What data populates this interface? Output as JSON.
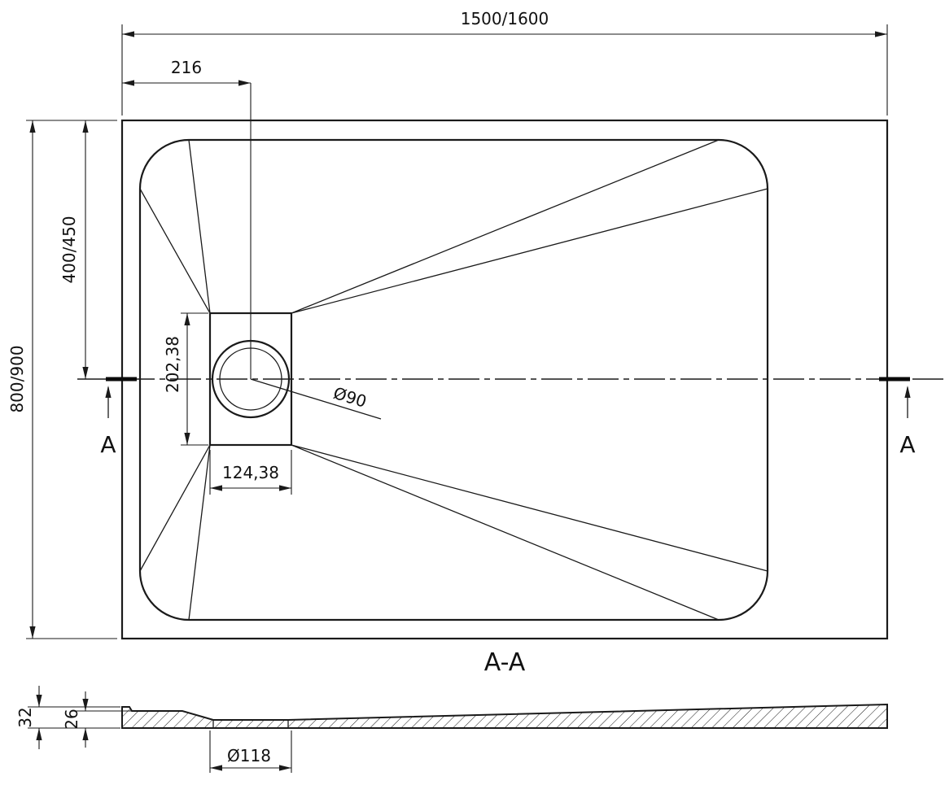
{
  "top_view": {
    "dim_overall_width": "1500/1600",
    "dim_drain_offset_x": "216",
    "dim_overall_height": "800/900",
    "dim_height_to_center": "400/450",
    "dim_drain_plate_height": "202,38",
    "dim_drain_plate_width": "124,38",
    "dim_drain_diameter": "Ø90",
    "section_marker_left": "A",
    "section_marker_right": "A"
  },
  "section_view": {
    "title": "A-A",
    "dim_edge_height": "32",
    "dim_inner_height": "26",
    "dim_drain_hole_diameter": "Ø118"
  },
  "colors": {
    "line": "#1a1a1a",
    "background": "#ffffff"
  }
}
